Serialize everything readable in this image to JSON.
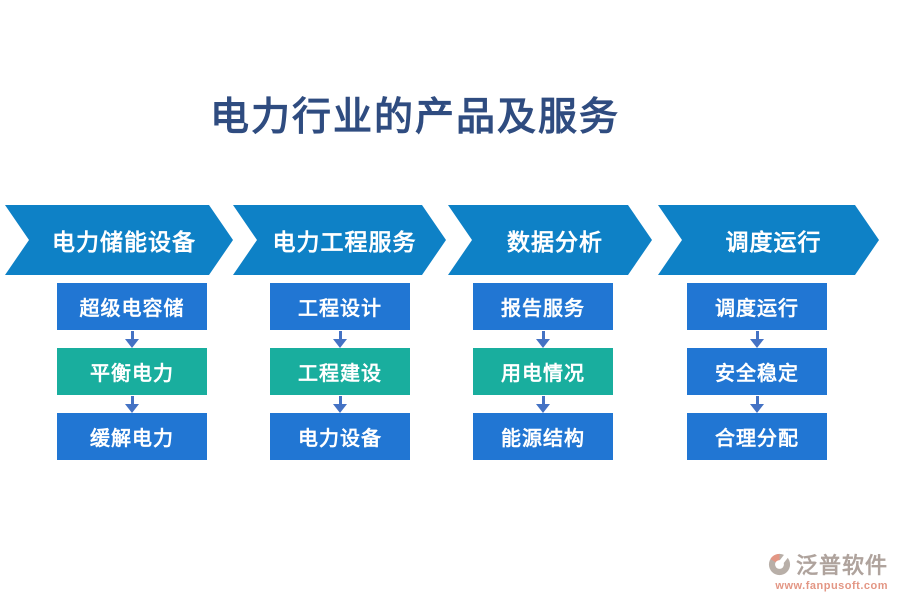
{
  "title": "电力行业的产品及服务",
  "colors": {
    "stage_band_blue": "#0e81c6",
    "node_blue": "#2176d3",
    "node_green": "#19ae9e",
    "connector_blue": "#4472c4",
    "title_navy": "#2f4c80",
    "brand_gray": "#ab9f98",
    "brand_salmon": "#e2917e"
  },
  "pipeline": {
    "stages": [
      {
        "label": "电力储能设备",
        "items": [
          {
            "label": "超级电容储",
            "variant": "blue"
          },
          {
            "label": "平衡电力",
            "variant": "green"
          },
          {
            "label": "缓解电力",
            "variant": "blue"
          }
        ]
      },
      {
        "label": "电力工程服务",
        "items": [
          {
            "label": "工程设计",
            "variant": "blue"
          },
          {
            "label": "工程建设",
            "variant": "green"
          },
          {
            "label": "电力设备",
            "variant": "blue"
          }
        ]
      },
      {
        "label": "数据分析",
        "items": [
          {
            "label": "报告服务",
            "variant": "blue"
          },
          {
            "label": "用电情况",
            "variant": "green"
          },
          {
            "label": "能源结构",
            "variant": "blue"
          }
        ]
      },
      {
        "label": "调度运行",
        "items": [
          {
            "label": "调度运行",
            "variant": "blue"
          },
          {
            "label": "安全稳定",
            "variant": "blue"
          },
          {
            "label": "合理分配",
            "variant": "blue"
          }
        ]
      }
    ]
  },
  "watermark": {
    "brand": "泛普软件",
    "url": "www.fanpusoft.com"
  }
}
